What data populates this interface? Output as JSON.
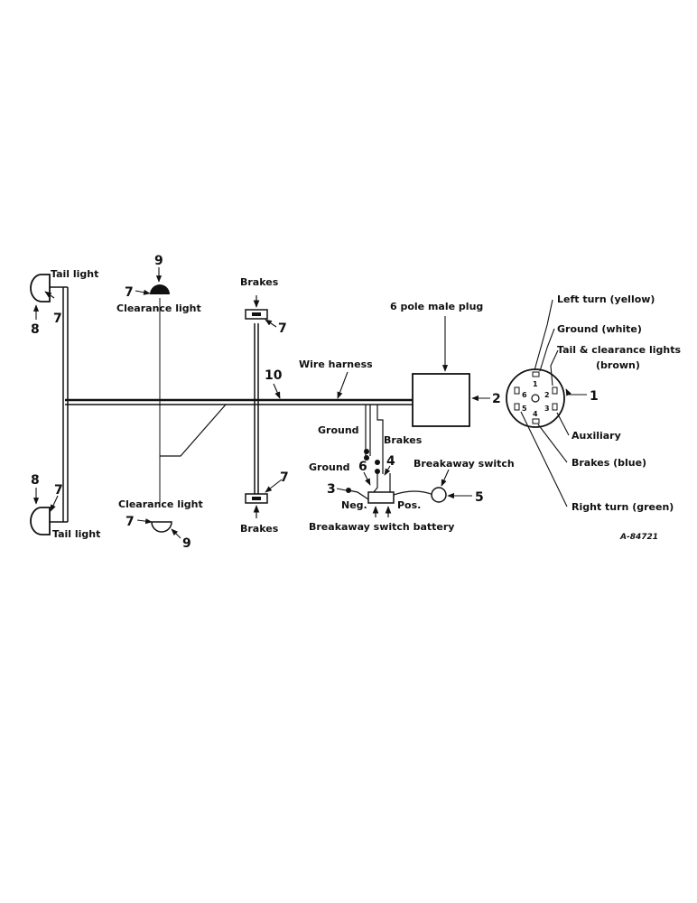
{
  "labels": {
    "tail_light_top": "Tail light",
    "tail_light_bottom": "Tail light",
    "clearance_light_top": "Clearance light",
    "clearance_light_bottom": "Clearance light",
    "brakes_top": "Brakes",
    "brakes_bottom": "Brakes",
    "brakes_mid": "Brakes",
    "six_pole_plug": "6 pole male plug",
    "wire_harness": "Wire harness",
    "ground_upper": "Ground",
    "ground_lower": "Ground",
    "breakaway_switch": "Breakaway switch",
    "breakaway_battery": "Breakaway switch battery",
    "neg": "Neg.",
    "pos": "Pos.",
    "left_turn": "Left turn (yellow)",
    "ground_white": "Ground (white)",
    "tail_clearance": "Tail & clearance lights",
    "brown": "(brown)",
    "auxiliary": "Auxiliary",
    "brakes_blue": "Brakes (blue)",
    "right_turn": "Right turn (green)"
  },
  "callouts": {
    "n1": "1",
    "n2": "2",
    "n3": "3",
    "n4": "4",
    "n5": "5",
    "n6": "6",
    "n7_tail_top": "7",
    "n7_tail_bottom": "7",
    "n7_clear_top": "7",
    "n7_clear_bottom": "7",
    "n7_brake_top": "7",
    "n7_brake_bottom": "7",
    "n8_top": "8",
    "n8_bottom": "8",
    "n9_top": "9",
    "n9_bottom": "9",
    "n10": "10"
  },
  "pins": {
    "p1": "1",
    "p2": "2",
    "p3": "3",
    "p4": "4",
    "p5": "5",
    "p6": "6"
  },
  "drawing_code": "A-84721"
}
